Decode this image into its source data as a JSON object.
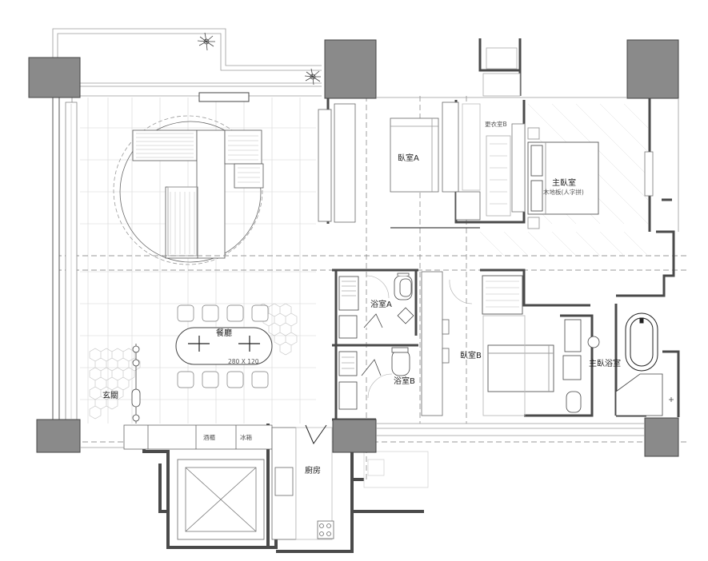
{
  "colors": {
    "wall": "#4a4a4a",
    "column_fill": "#8a8a8a",
    "line": "#9a9a9a",
    "light_line": "#cfcfcf",
    "dash": "#7a7a7a",
    "background": "#ffffff"
  },
  "rooms": {
    "dining": "餐廳",
    "table_size": "280 X 120",
    "entrance": "玄關",
    "kitchen": "廚房",
    "bath_a": "浴室A",
    "bath_b": "浴室B",
    "bedroom_a": "臥室A",
    "bedroom_b": "臥室B",
    "master_bedroom": "主臥室",
    "closet_b": "更衣室B",
    "master_bath": "主臥浴室",
    "master_floor_note": "木地板(人字拼)"
  },
  "fixtures": {
    "wine_cabinet": "酒櫃",
    "fridge": "冰箱"
  },
  "icons": {
    "plant_left": "plant-icon",
    "plant_right": "plant-icon",
    "bathtub": "bathtub-icon",
    "toilet": "toilet-icon"
  }
}
